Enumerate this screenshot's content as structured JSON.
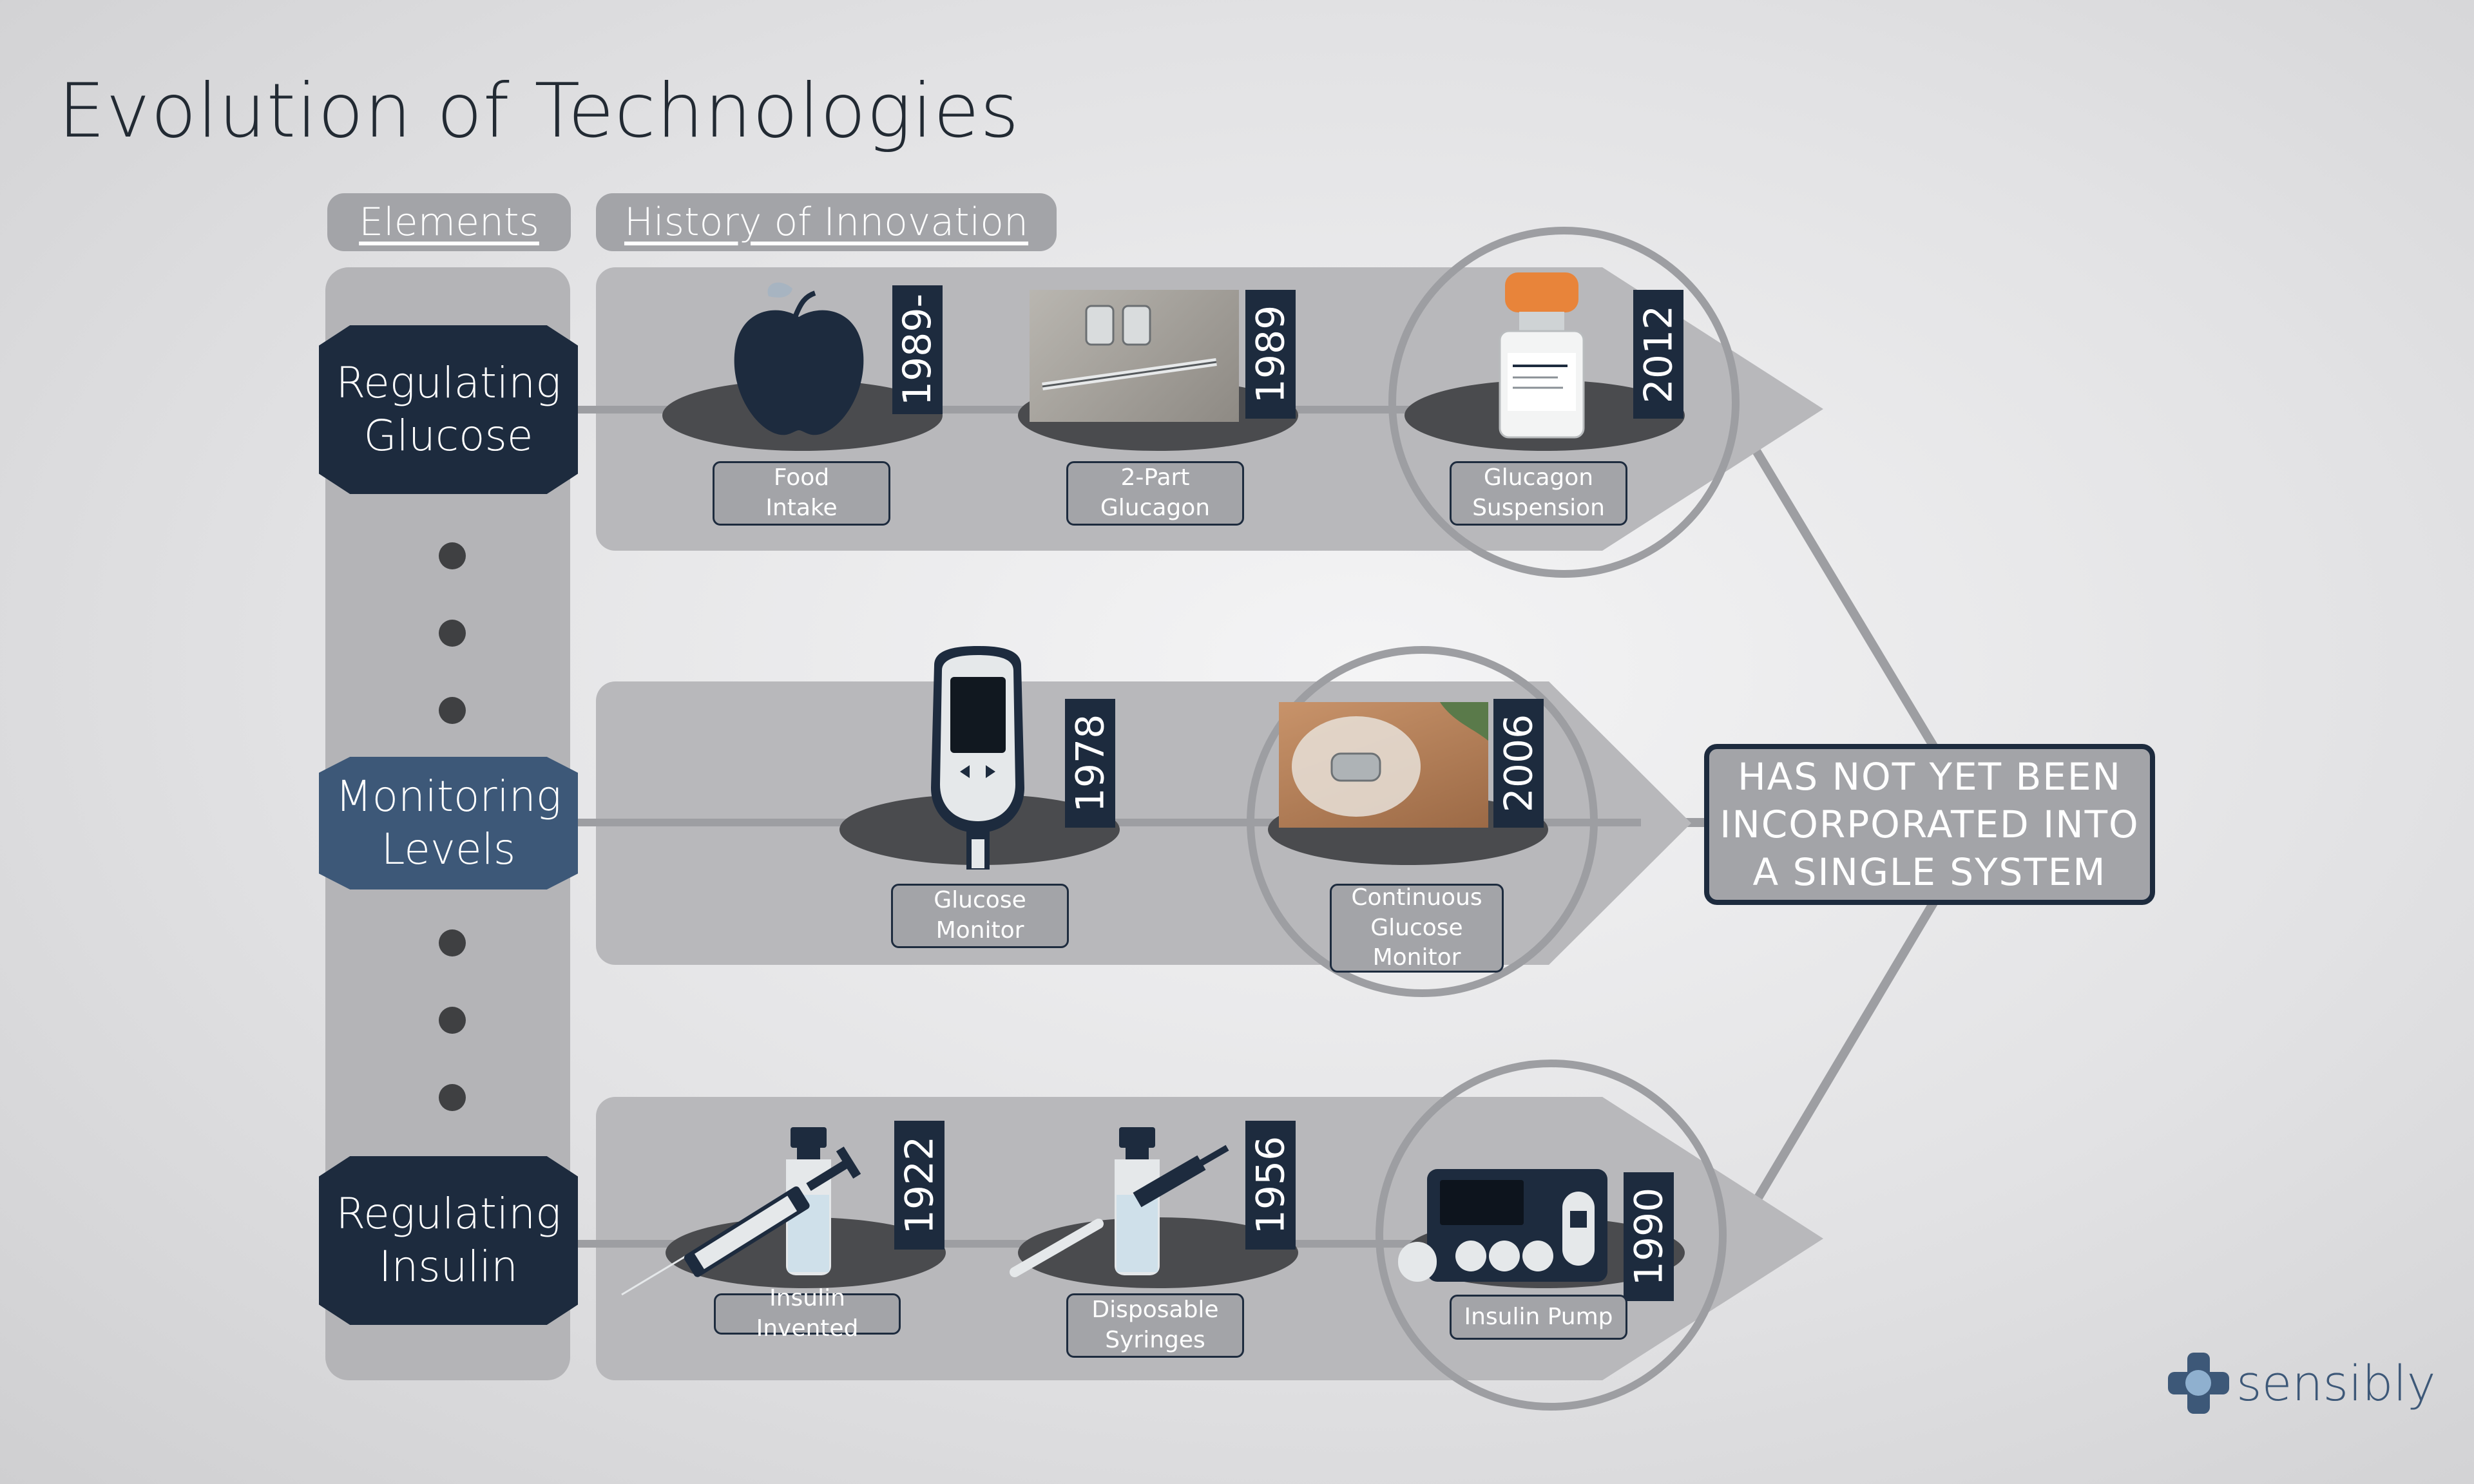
{
  "title": "Evolution of Technologies",
  "columns": {
    "elements": "Elements",
    "history": "History of Innovation"
  },
  "elements": {
    "glucose": "Regulating\nGlucose",
    "monitoring": "Monitoring\nLevels",
    "insulin": "Regulating\nInsulin"
  },
  "rows": {
    "glucose": [
      {
        "label": "Food\nIntake",
        "year": "1989-"
      },
      {
        "label": "2-Part\nGlucagon",
        "year": "1989"
      },
      {
        "label": "Glucagon\nSuspension",
        "year": "2012"
      }
    ],
    "monitoring": [
      {
        "label": "Glucose\nMonitor",
        "year": "1978"
      },
      {
        "label": "Continuous\nGlucose\nMonitor",
        "year": "2006"
      }
    ],
    "insulin": [
      {
        "label": "Insulin Invented",
        "year": "1922"
      },
      {
        "label": "Disposable\nSyringes",
        "year": "1956"
      },
      {
        "label": "Insulin Pump",
        "year": "1990"
      }
    ]
  },
  "system_box": "HAS NOT YET BEEN\nINCORPORATED INTO\nA SINGLE SYSTEM",
  "brand": "sensibly",
  "colors": {
    "navy": "#1d2b3e",
    "steel_blue": "#3d5878",
    "band_gray": "#b8b8bb",
    "label_gray": "#a3a4a8"
  }
}
